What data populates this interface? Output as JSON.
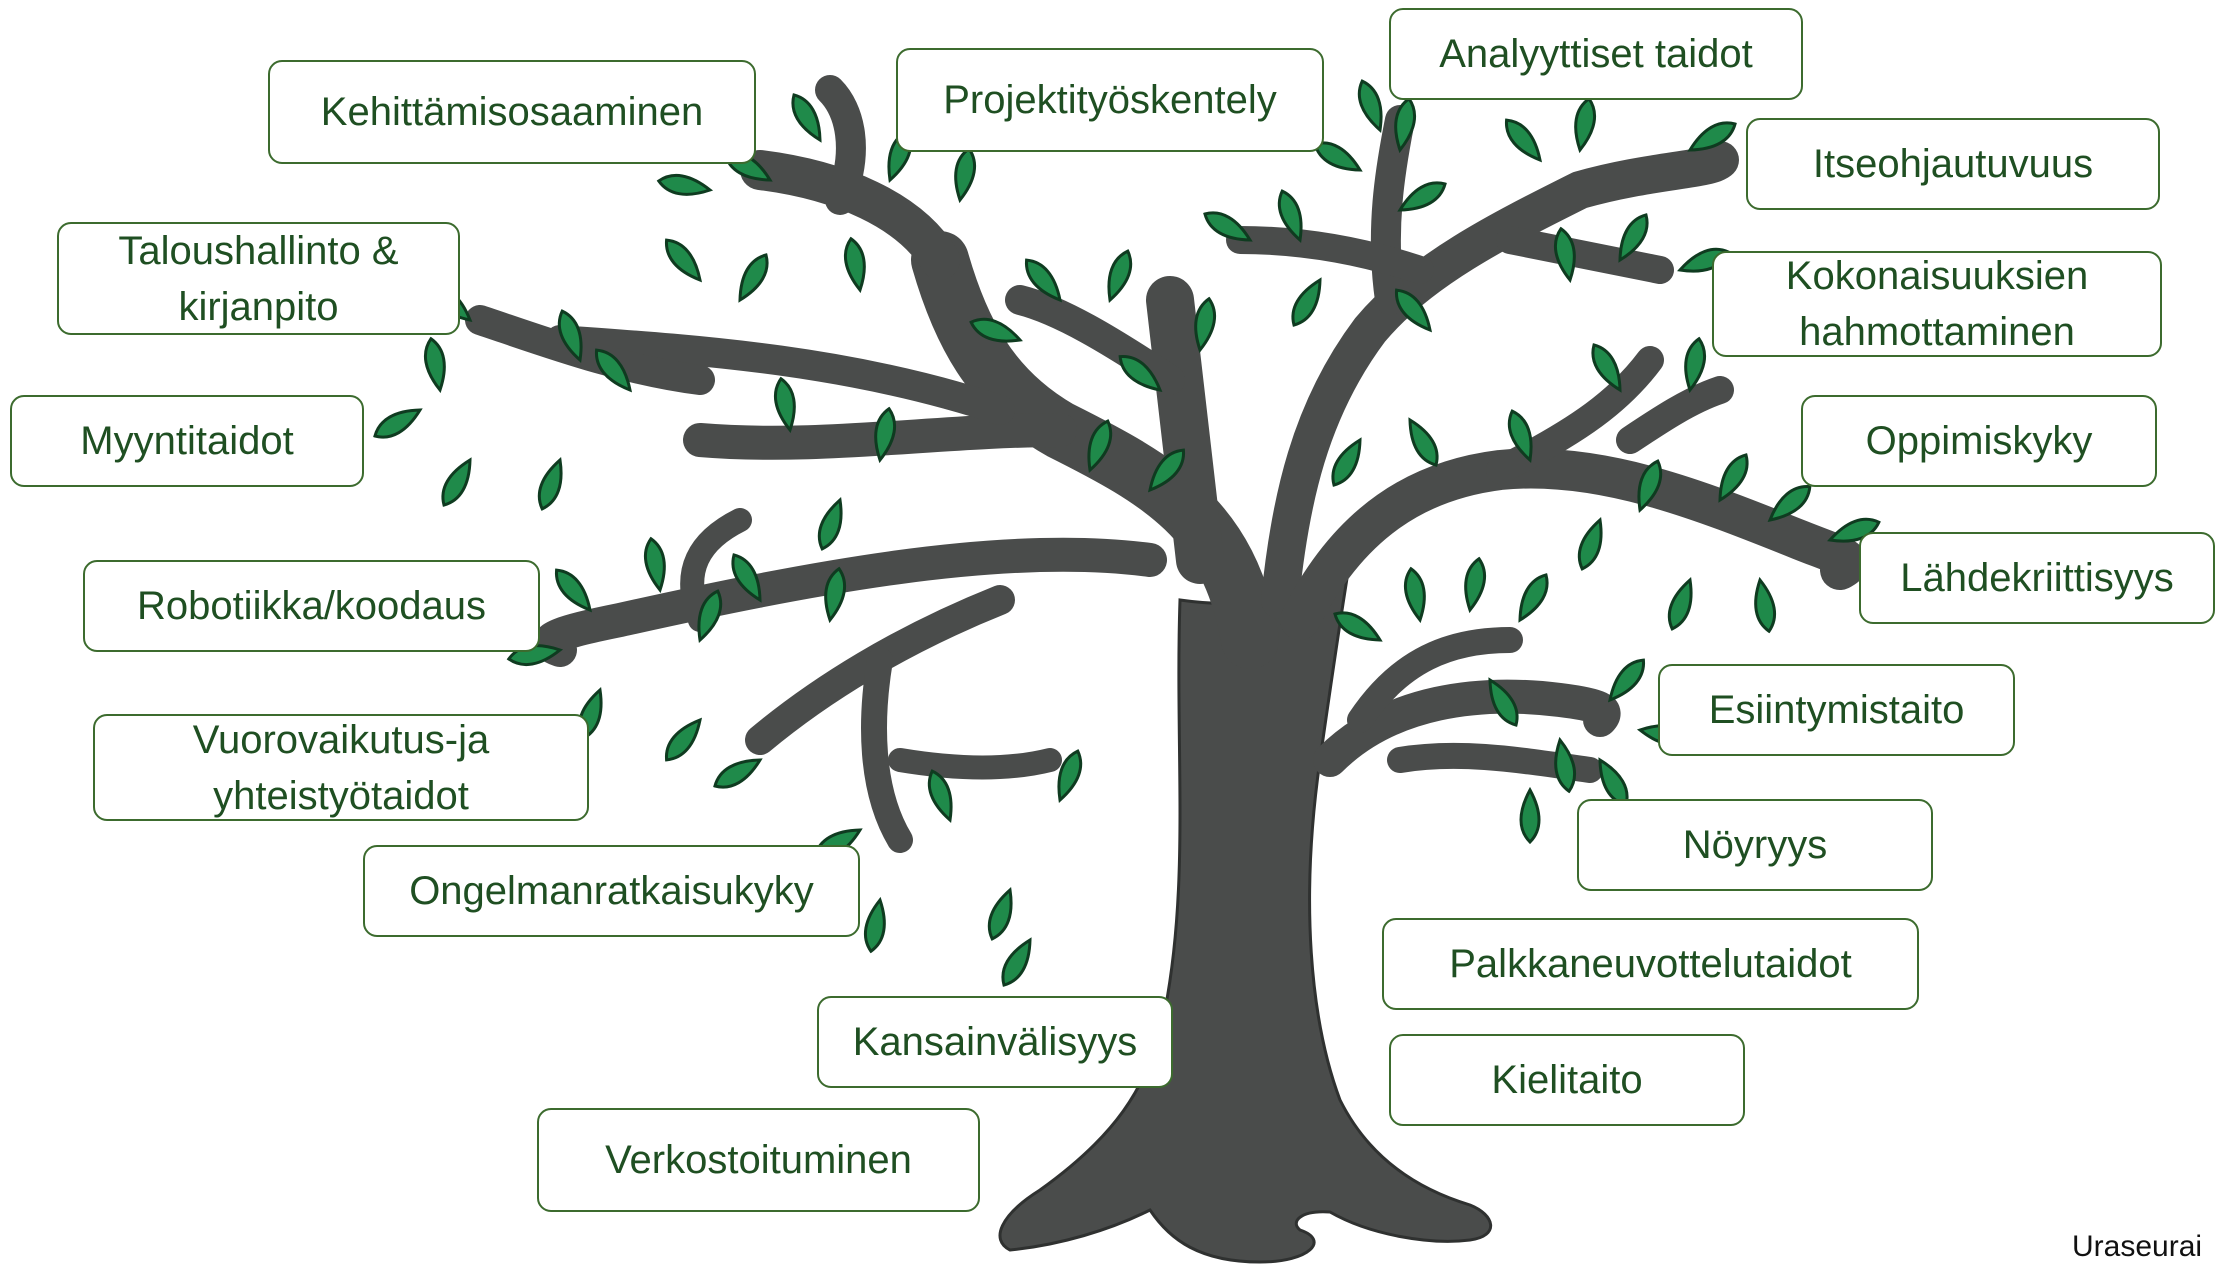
{
  "skills": [
    {
      "id": "kehittamisosaaminen",
      "text": "Kehittämisosaaminen"
    },
    {
      "id": "projektityoskentely",
      "text": "Projektityöskentely"
    },
    {
      "id": "analyyttiset-taidot",
      "text": "Analyyttiset taidot"
    },
    {
      "id": "itseohjautuvuus",
      "text": "Itseohjautuvuus"
    },
    {
      "id": "taloushallinto",
      "text": "Taloushallinto &\nkirjanpito"
    },
    {
      "id": "kokonaisuuksien",
      "text": "Kokonaisuuksien\nhahmottaminen"
    },
    {
      "id": "myyntitaidot",
      "text": "Myyntitaidot"
    },
    {
      "id": "oppimiskyky",
      "text": "Oppimiskyky"
    },
    {
      "id": "robotiikka",
      "text": "Robotiikka/koodaus"
    },
    {
      "id": "lahdekriittisyys",
      "text": "Lähdekriittisyys"
    },
    {
      "id": "esiintymistaito",
      "text": "Esiintymistaito"
    },
    {
      "id": "vuorovaikutus",
      "text": "Vuorovaikutus-ja\nyhteistyötaidot"
    },
    {
      "id": "nöyryys",
      "text": "Nöyryys"
    },
    {
      "id": "ongelmanratkaisukyky",
      "text": "Ongelmanratkaisukyky"
    },
    {
      "id": "palkkaneuvottelutaidot",
      "text": "Palkkaneuvottelutaidot"
    },
    {
      "id": "kansainvalisyys",
      "text": "Kansainvälisyys"
    },
    {
      "id": "kielitaito",
      "text": "Kielitaito"
    },
    {
      "id": "verkostoituminen",
      "text": "Verkostoituminen"
    }
  ],
  "credit": "Uraseurai",
  "colors": {
    "box_border": "#3c6b2e",
    "box_text": "#1f4f22",
    "leaf": "#1f8a4a",
    "trunk": "#4a4c4b"
  }
}
